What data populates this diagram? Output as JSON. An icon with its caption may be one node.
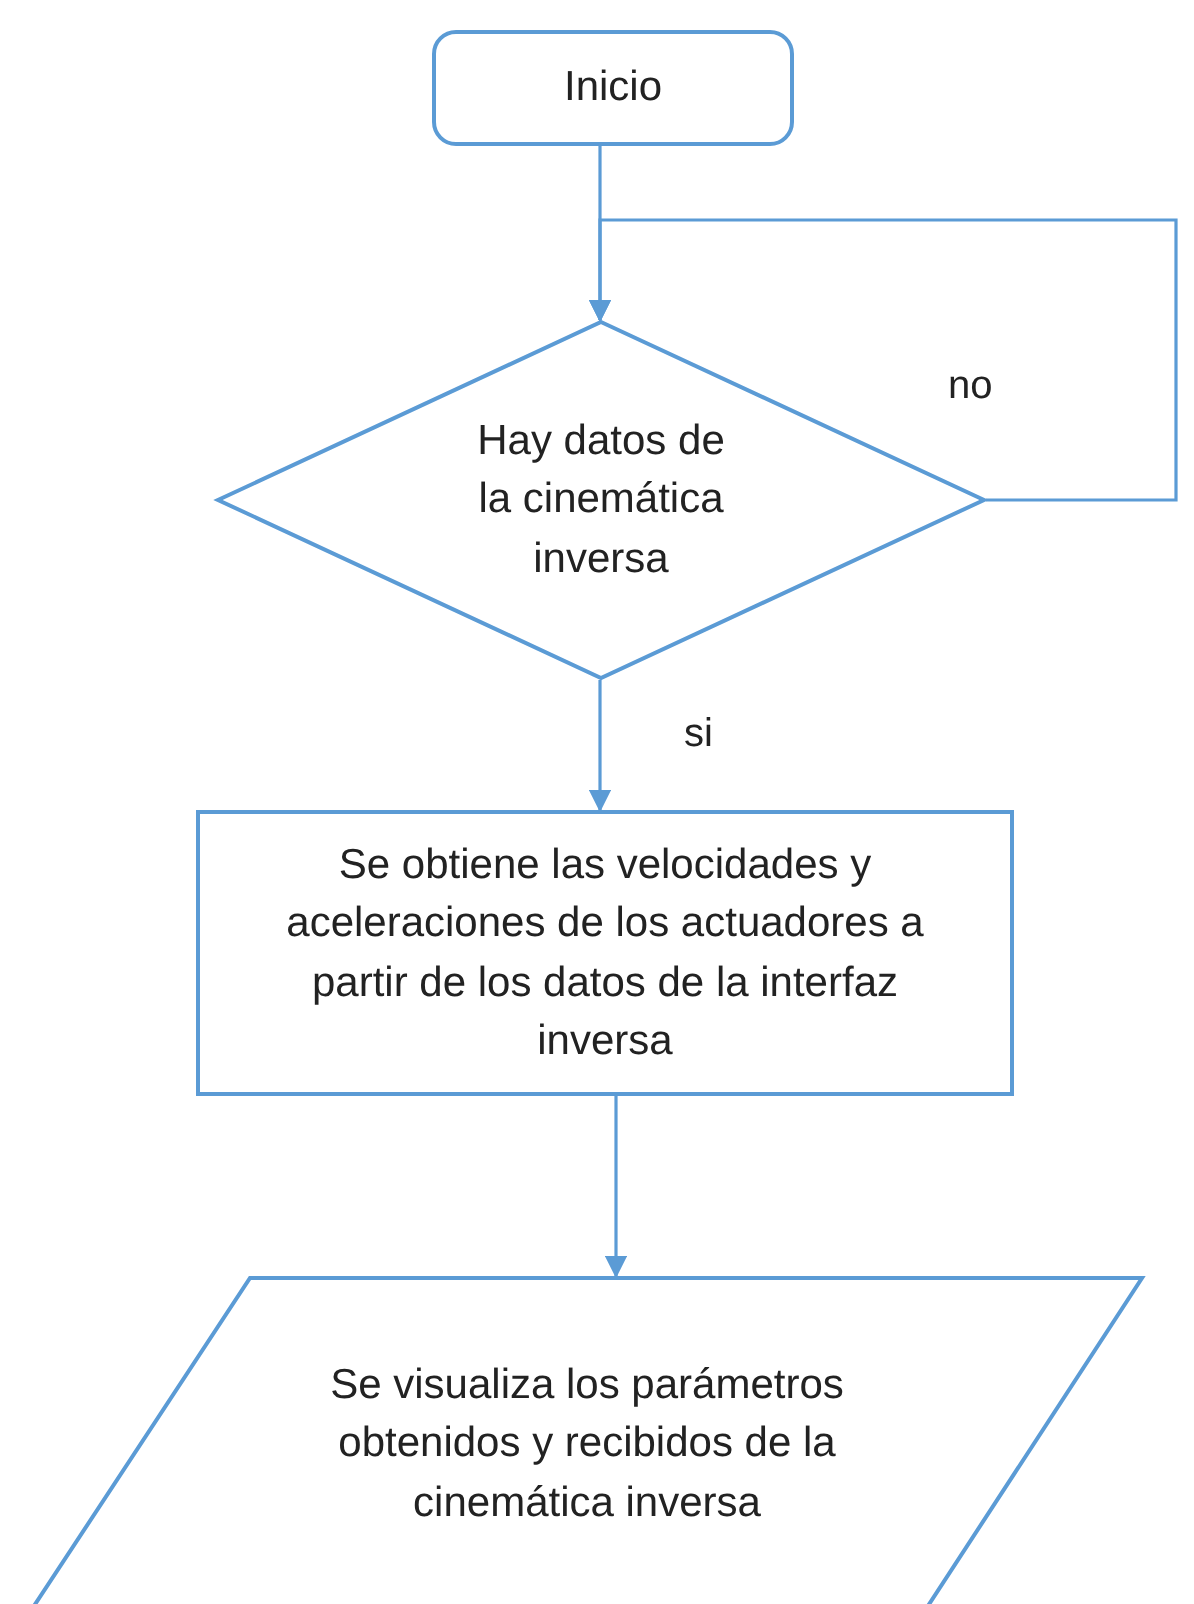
{
  "diagram": {
    "nodes": [
      {
        "text": [
          "Inicio"
        ]
      },
      {
        "text": [
          "Hay datos de la cinemática inversa"
        ]
      },
      {
        "text": [
          "Se obtiene las velocidades y aceleraciones de los actuadores a partir de los datos de la interfaz inversa"
        ]
      },
      {
        "text": [
          "Se visualiza los parámetros obtenidos y recibidos de la cinemática inversa"
        ]
      }
    ],
    "edges": [
      {
        "from": 0,
        "to": 1,
        "arrow": "to"
      },
      {
        "from": 1,
        "to": 1,
        "arrow": "to",
        "label": "no"
      },
      {
        "from": 1,
        "to": 2,
        "arrow": "to",
        "label": "si"
      },
      {
        "from": 2,
        "to": 3,
        "arrow": "to"
      }
    ]
  }
}
